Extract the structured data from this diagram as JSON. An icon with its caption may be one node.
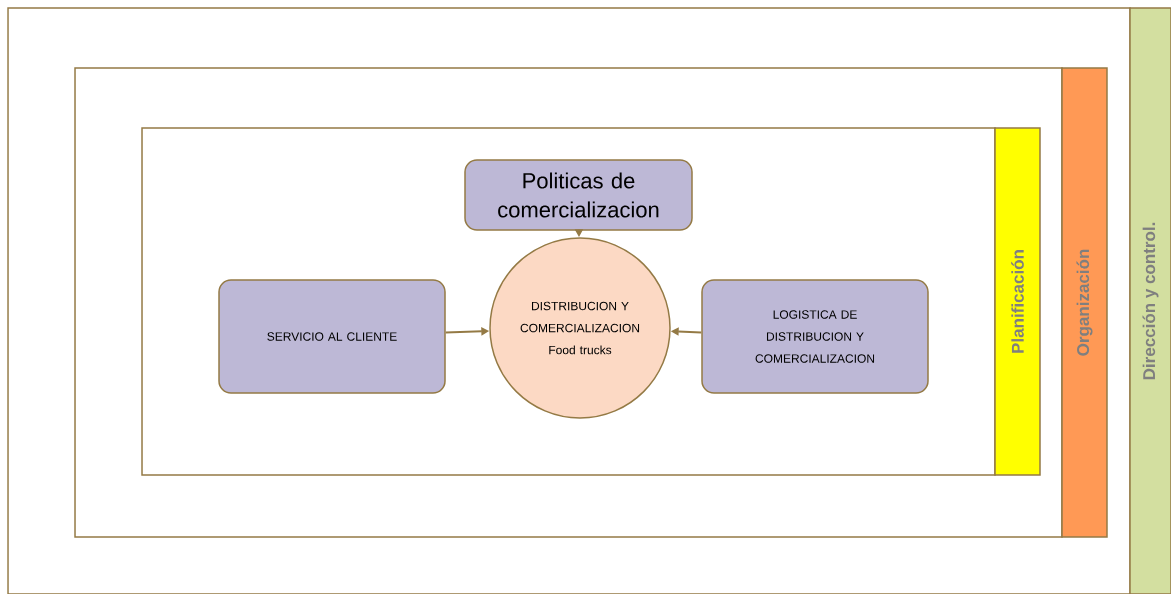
{
  "diagram": {
    "nodes": [
      {
        "text": [],
        "shape": "box"
      },
      {
        "text": [
          "Dirección y control."
        ]
      },
      {
        "text": [],
        "shape": "box",
        "in": 0
      },
      {
        "text": [
          "Organización"
        ],
        "in": 0
      },
      {
        "text": [],
        "shape": "box",
        "in": 2
      },
      {
        "text": [
          "Planificación"
        ],
        "in": 2
      },
      {
        "text": [
          "Politicas de comercializacion"
        ],
        "in": 4
      },
      {
        "text": [
          "SERVICIO AL CLIENTE"
        ],
        "in": 4
      },
      {
        "text": [
          "DISTRIBUCION Y COMERCIALIZACION Food trucks"
        ],
        "in": 4
      },
      {
        "text": [
          "LOGISTICA DE DISTRIBUCION Y COMERCIALIZACION"
        ],
        "in": 4
      }
    ],
    "edges": [
      {
        "from": 6,
        "to": 8,
        "arrow": "to"
      },
      {
        "from": 7,
        "to": 8,
        "arrow": "to"
      },
      {
        "from": 9,
        "to": 8,
        "arrow": "to"
      }
    ]
  }
}
